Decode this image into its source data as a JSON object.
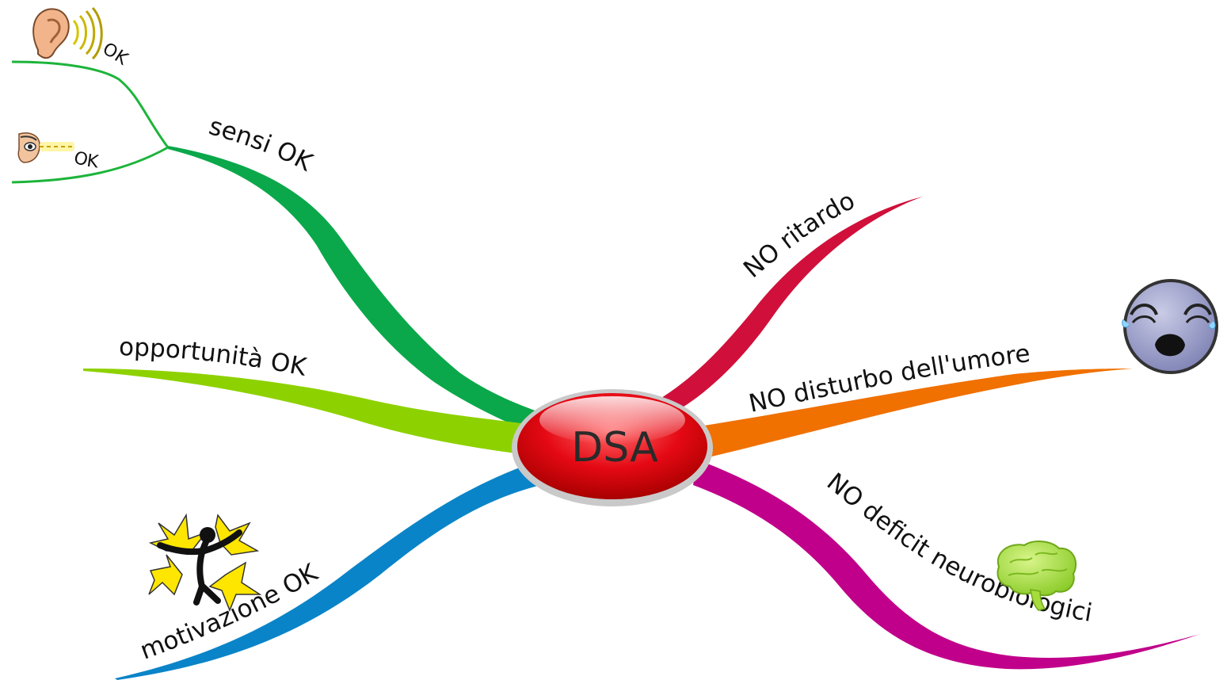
{
  "center": {
    "label": "DSA",
    "color": "#e40613"
  },
  "branches": {
    "sensi": {
      "label": "sensi OK",
      "color": "#0aa84a"
    },
    "sensi_udito": {
      "label": "OK",
      "color": "#1db43a",
      "icon": "ear-icon"
    },
    "sensi_vista": {
      "label": "OK",
      "color": "#1db43a",
      "icon": "eye-icon"
    },
    "opportunita": {
      "label": "opportunità OK",
      "color": "#8ed100"
    },
    "motivazione": {
      "label": "motivazione OK",
      "color": "#0a84c8",
      "icon": "excited-person-icon"
    },
    "ritardo": {
      "label": "NO ritardo",
      "color": "#d0103a"
    },
    "umore": {
      "label": "NO disturbo dell'umore",
      "color": "#f07000",
      "icon": "crying-face-icon"
    },
    "neuro": {
      "label": "NO deficit neurobiologici",
      "color": "#c0008a",
      "icon": "brain-icon"
    }
  }
}
